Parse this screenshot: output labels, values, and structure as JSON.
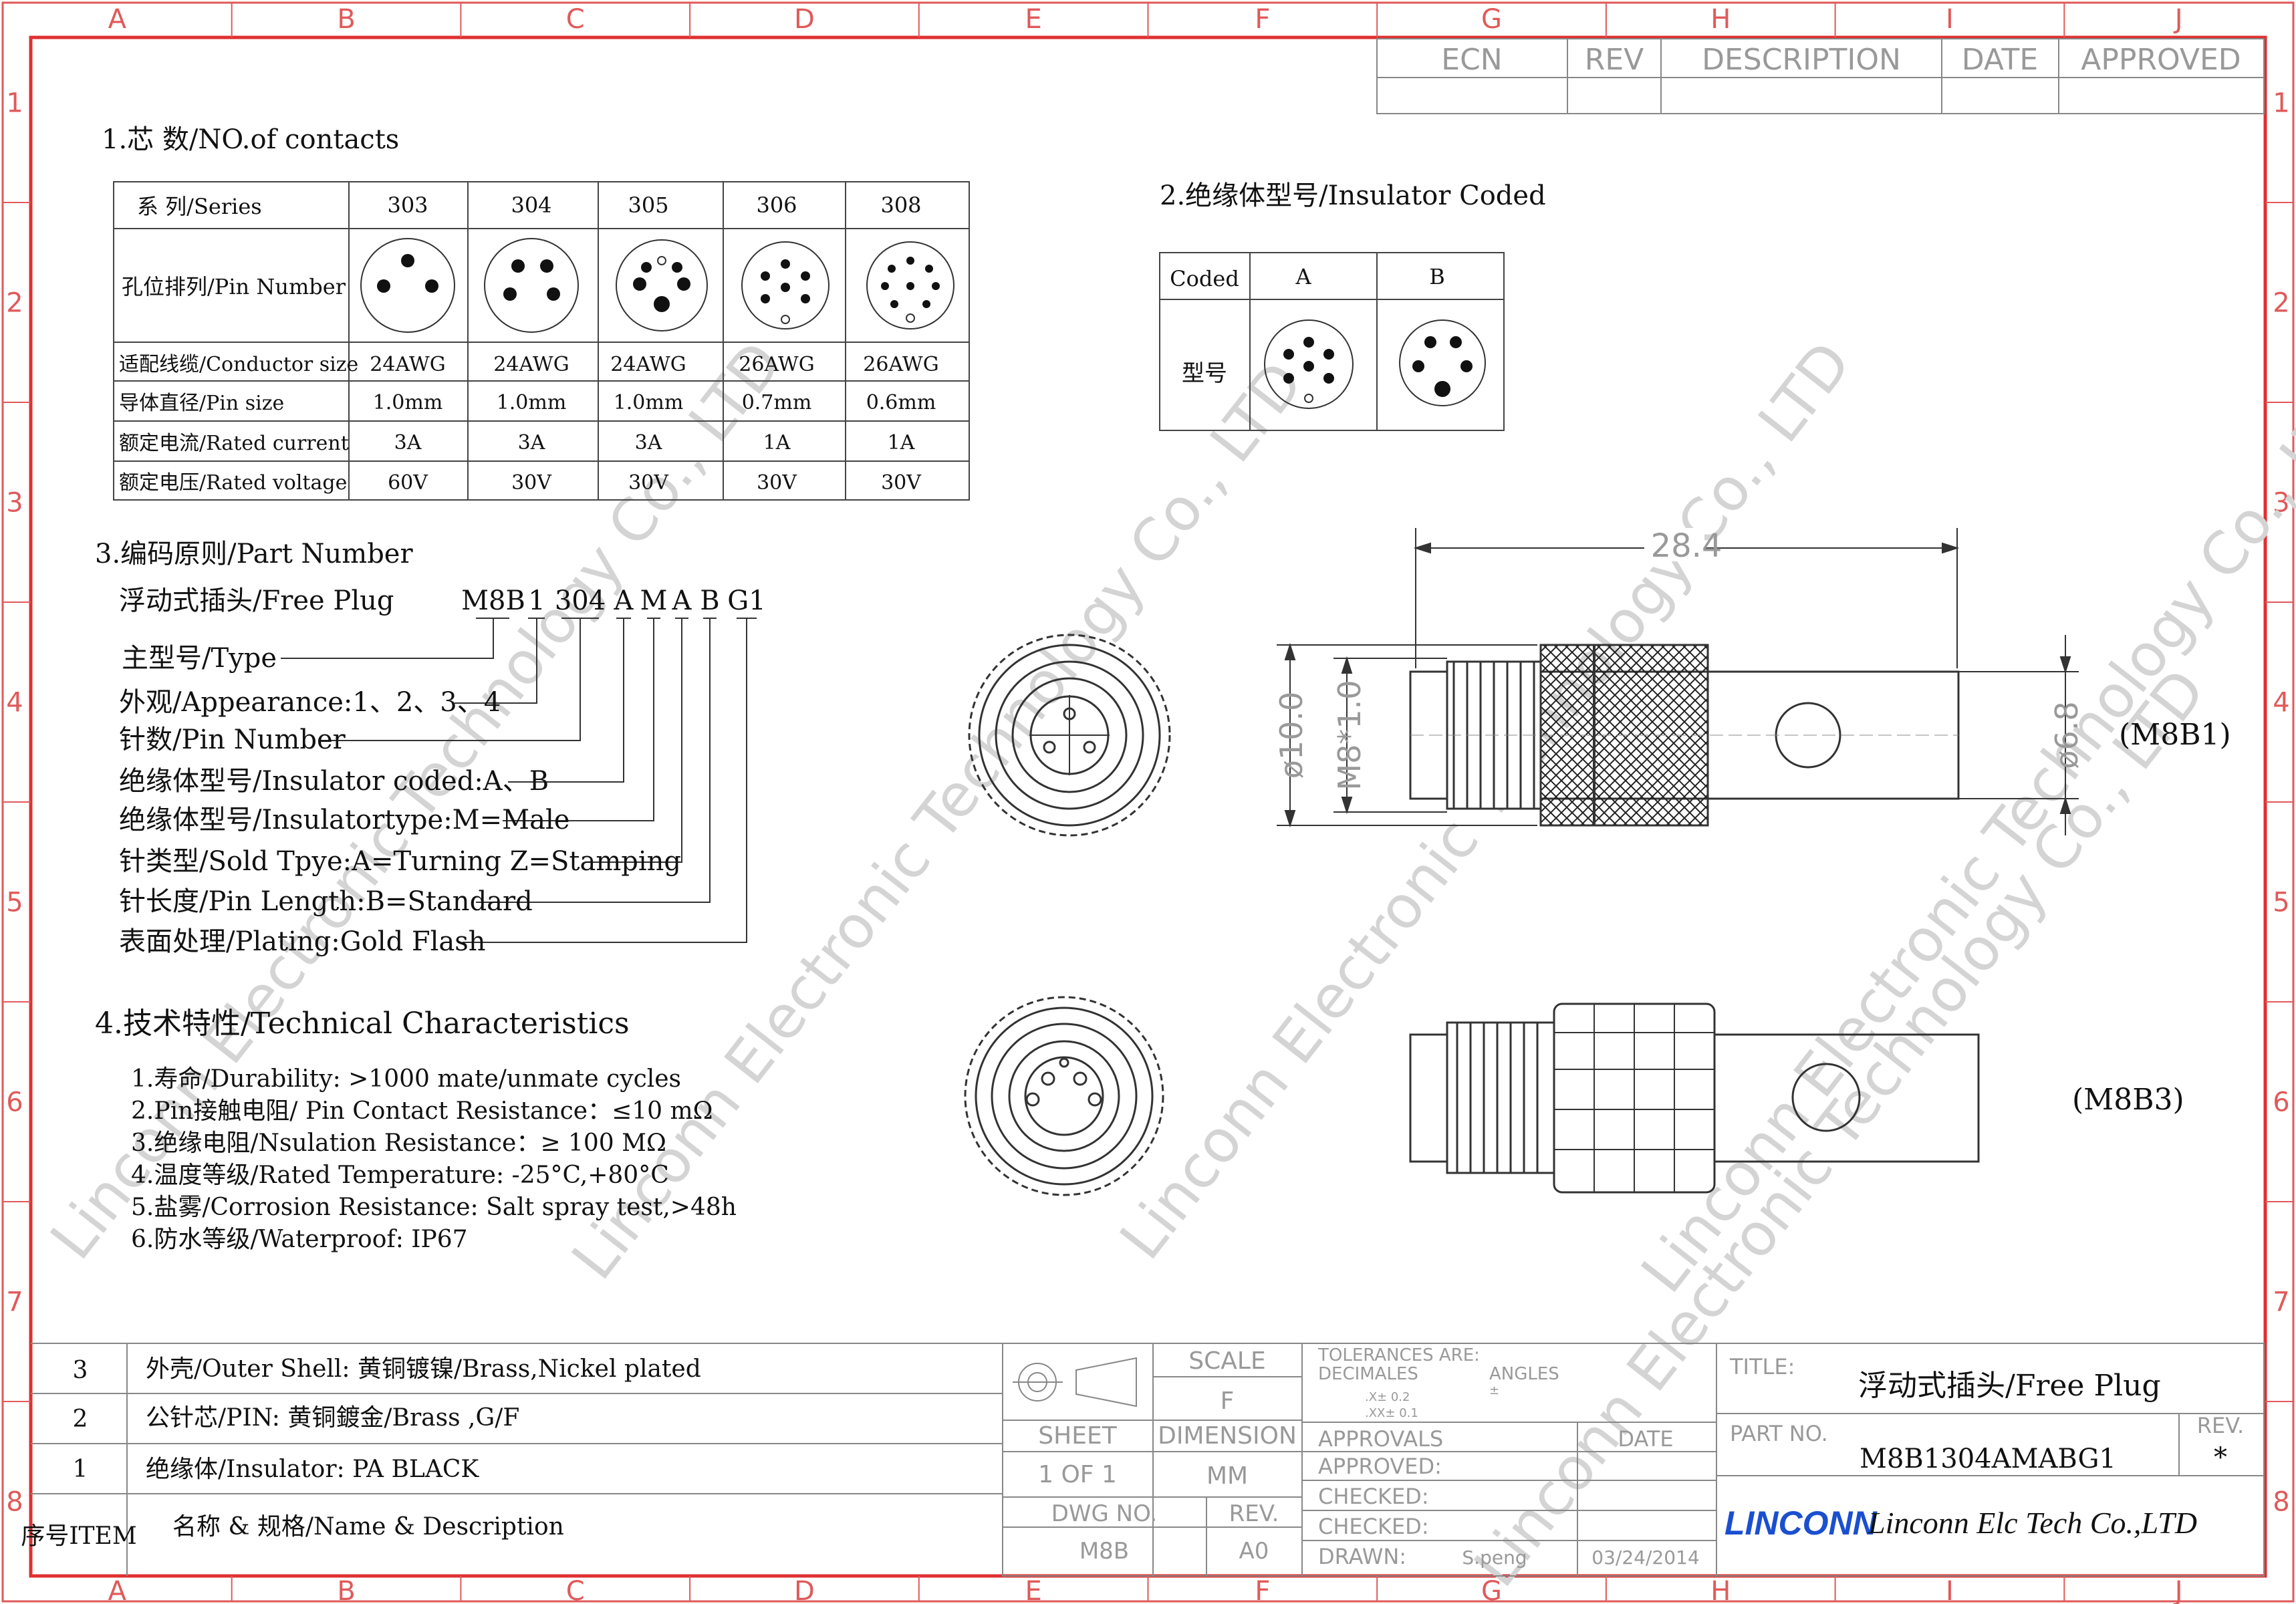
{
  "grid": {
    "columns": [
      "A",
      "B",
      "C",
      "D",
      "E",
      "F",
      "G",
      "H",
      "I",
      "J"
    ],
    "rows": [
      "1",
      "2",
      "3",
      "4",
      "5",
      "6",
      "7",
      "8"
    ]
  },
  "revision_block": {
    "headers": [
      "ECN",
      "REV",
      "DESCRIPTION",
      "DATE",
      "APPROVED"
    ]
  },
  "watermark": "Linconn Electronic Technology Co., LTD",
  "section1": {
    "title": "1.芯 数/NO.of contacts",
    "series_label": "系 列/Series",
    "series": [
      "303",
      "304",
      "305",
      "306",
      "308"
    ],
    "rows": [
      {
        "label": "孔位排列/Pin Number",
        "values": [
          "",
          "",
          "",
          "",
          ""
        ]
      },
      {
        "label": "适配线缆/Conductor size",
        "values": [
          "24AWG",
          "24AWG",
          "24AWG",
          "26AWG",
          "26AWG"
        ]
      },
      {
        "label": "导体直径/Pin size",
        "values": [
          "1.0mm",
          "1.0mm",
          "1.0mm",
          "0.7mm",
          "0.6mm"
        ]
      },
      {
        "label": "额定电流/Rated current",
        "values": [
          "3A",
          "3A",
          "3A",
          "1A",
          "1A"
        ]
      },
      {
        "label": "额定电压/Rated voltage",
        "values": [
          "60V",
          "30V",
          "30V",
          "30V",
          "30V"
        ]
      }
    ]
  },
  "section2": {
    "title": "2.绝缘体型号/Insulator Coded",
    "coded_label": "Coded",
    "codes": [
      "A",
      "B"
    ],
    "row_label": "型号"
  },
  "section3": {
    "title": "3.编码原则/Part Number",
    "free_plug": "浮动式插头/Free Plug",
    "code_parts": [
      "M8B",
      "1",
      "304",
      "A",
      "M",
      "A",
      "B",
      "G1"
    ],
    "legend": [
      "主型号/Type",
      "外观/Appearance:1、2、3、4",
      "针数/Pin Number",
      "绝缘体型号/Insulator coded:A、B",
      "绝缘体型号/Insulatortype:M=Male",
      "针类型/Sold Tpye:A=Turning Z=Stamping",
      "针长度/Pin Length:B=Standard",
      "表面处理/Plating:Gold Flash"
    ]
  },
  "section4": {
    "title": "4.技术特性/Technical Characteristics",
    "items": [
      "1.寿命/Durability: >1000 mate/unmate cycles",
      "2.Pin接触电阻/ Pin Contact Resistance：≤10 mΩ",
      "3.绝缘电阻/Nsulation Resistance：≥ 100 MΩ",
      "4.温度等级/Rated Temperature: -25°C,+80°C",
      "5.盐雾/Corrosion Resistance: Salt spray test,>48h",
      "6.防水等级/Waterproof: IP67"
    ]
  },
  "drawing": {
    "dim_length": "28.4",
    "dim_dia_outer": "ø10.0",
    "dim_thread": "M8*1.0",
    "dim_dia_tail": "ø6.8",
    "label_b1": "(M8B1)",
    "label_b3": "(M8B3)"
  },
  "bom": {
    "rows": [
      {
        "item": "3",
        "desc": "外壳/Outer Shell: 黄铜镀镍/Brass,Nickel plated"
      },
      {
        "item": "2",
        "desc": "公针芯/PIN: 黄铜鍍金/Brass ,G/F"
      },
      {
        "item": "1",
        "desc": "绝缘体/Insulator: PA BLACK"
      }
    ],
    "header_item": "序号ITEM",
    "header_desc": "名称 & 规格/Name & Description"
  },
  "title_block": {
    "scale_label": "SCALE",
    "scale_value": "F",
    "sheet_label": "SHEET",
    "sheet_value": "1  OF  1",
    "dimension_label": "DIMENSION",
    "dimension_value": "MM",
    "dwg_no_label": "DWG  NO.",
    "dwg_no_value": "M8B",
    "rev_label": "REV.",
    "rev_value": "A0",
    "tolerances_label": "TOLERANCES  ARE:",
    "decimals_label": "DECIMALES",
    "angles_label": "ANGLES",
    "tol_x": ".X± 0.2",
    "tol_xx": ".XX± 0.1",
    "tol_angle": "±",
    "approvals_label": "APPROVALS",
    "date_label": "DATE",
    "approved_label": "APPROVED:",
    "checked1_label": "CHECKED:",
    "checked2_label": "CHECKED:",
    "drawn_label": "DRAWN:",
    "drawn_by": "S.peng",
    "drawn_date": "03/24/2014",
    "title_label": "TITLE:",
    "title_value": "浮动式插头/Free Plug",
    "part_no_label": "PART  NO.",
    "part_no_value": "M8B1304AMABG1",
    "rev2_label": "REV.",
    "rev2_value": "*",
    "logo": "LINCONN",
    "company": "Linconn Elc Tech Co.,LTD"
  }
}
